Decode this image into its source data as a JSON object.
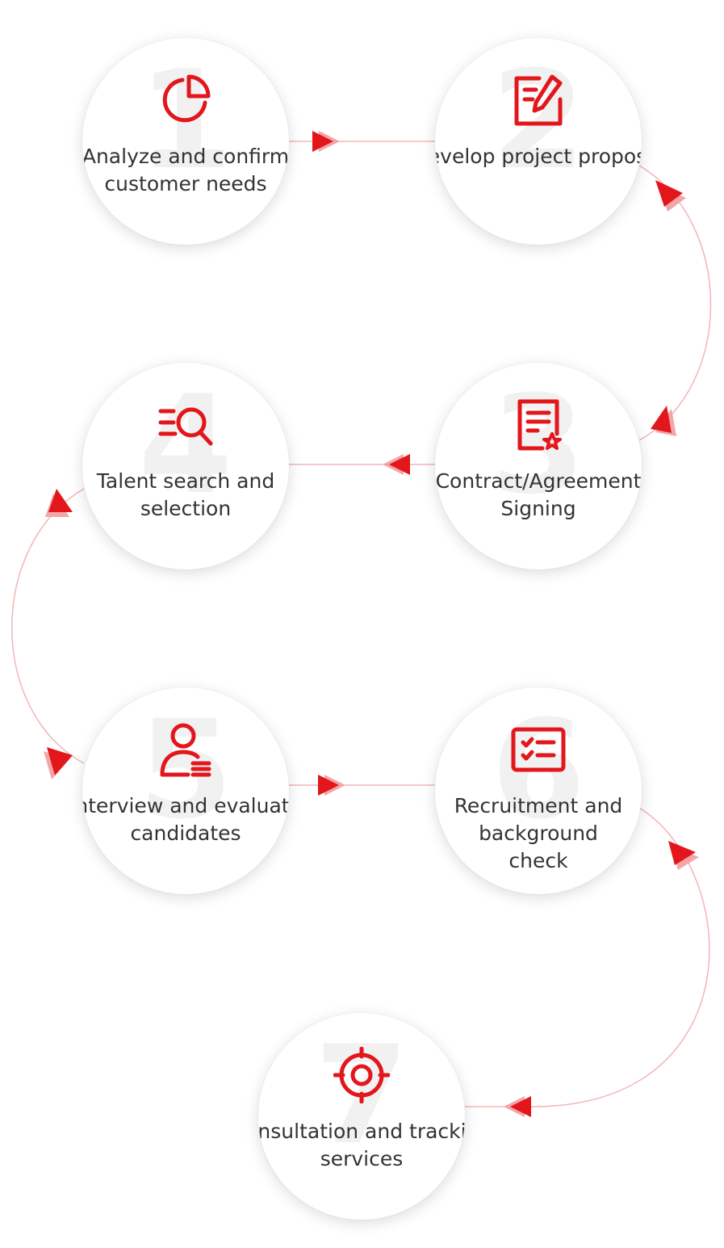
{
  "accent_color": "#e3161c",
  "connector_color": "#f3b5b7",
  "steps": [
    {
      "number": "1",
      "icon": "pie-chart-icon",
      "label": "Analyze and confirm\ncustomer needs"
    },
    {
      "number": "2",
      "icon": "edit-document-icon",
      "label": "Develop project proposal"
    },
    {
      "number": "3",
      "icon": "contract-icon",
      "label": "Contract/Agreement\nSigning"
    },
    {
      "number": "4",
      "icon": "list-search-icon",
      "label": "Talent search and\nselection"
    },
    {
      "number": "5",
      "icon": "user-list-icon",
      "label": "Interview and evaluate\ncandidates"
    },
    {
      "number": "6",
      "icon": "checklist-icon",
      "label": "Recruitment and background\ncheck"
    },
    {
      "number": "7",
      "icon": "target-icon",
      "label": "Consultation and tracking\nservices"
    }
  ]
}
